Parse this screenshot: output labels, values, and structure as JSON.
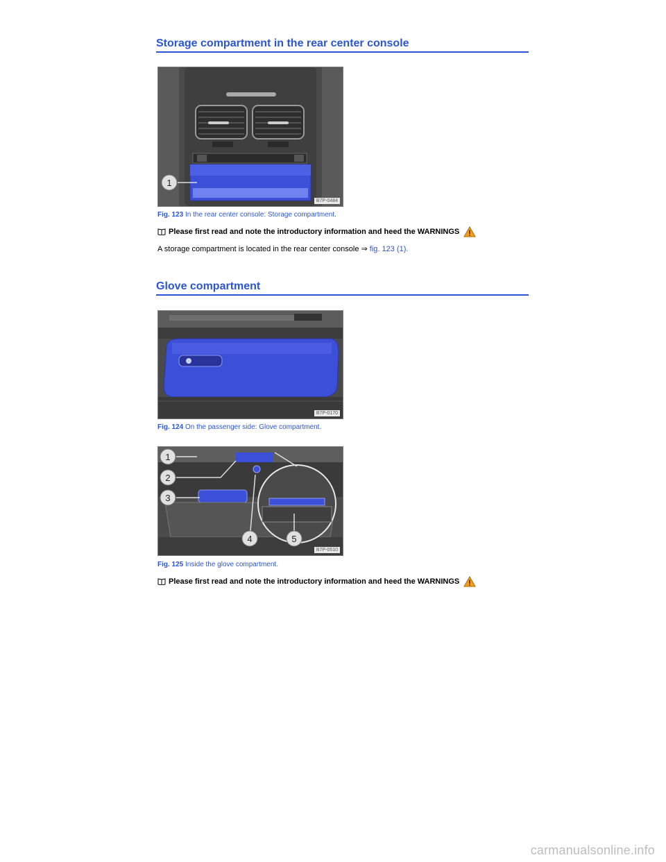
{
  "section1": {
    "title": "Storage compartment in the rear center console",
    "figure": {
      "code": "B7P-0484",
      "callouts": [
        "1"
      ]
    },
    "caption_num": "Fig. 123",
    "caption_text": "In the rear center console: Storage compartment.",
    "note": "Please first read and note the introductory information and heed the WARNINGS",
    "body_text": "A storage compartment is located in the rear center console",
    "body_arrow": "⇒",
    "body_ref": "fig. 123 (1)",
    "body_end": "."
  },
  "section2": {
    "title": "Glove compartment",
    "figure1": {
      "code": "B7P-0170"
    },
    "caption1_num": "Fig. 124",
    "caption1_text": "On the passenger side: Glove compartment.",
    "figure2": {
      "code": "B7P-0510",
      "callouts": [
        "1",
        "2",
        "3",
        "4",
        "5"
      ]
    },
    "caption2_num": "Fig. 125",
    "caption2_text": "Inside the glove compartment.",
    "note": "Please first read and note the introductory information and heed the WARNINGS"
  },
  "colors": {
    "heading": "#2a55d6",
    "highlight": "#3b4fd8",
    "warning": "#f0a020"
  },
  "icons": [
    "book-icon",
    "warning-icon"
  ],
  "watermark": "carmanualsonline.info"
}
